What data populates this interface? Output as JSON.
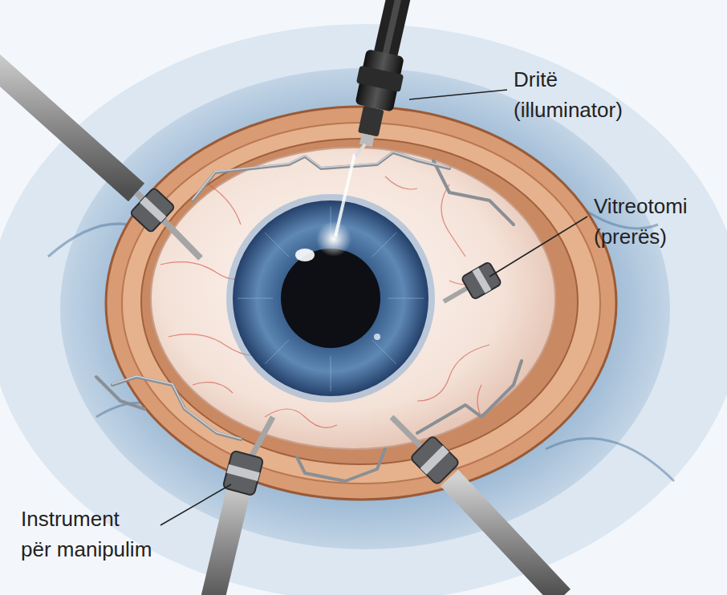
{
  "diagram": {
    "labels": [
      "Dritë (illuminator)",
      "Vitreotomi (prerës)",
      "Instrument për manipulim"
    ]
  }
}
